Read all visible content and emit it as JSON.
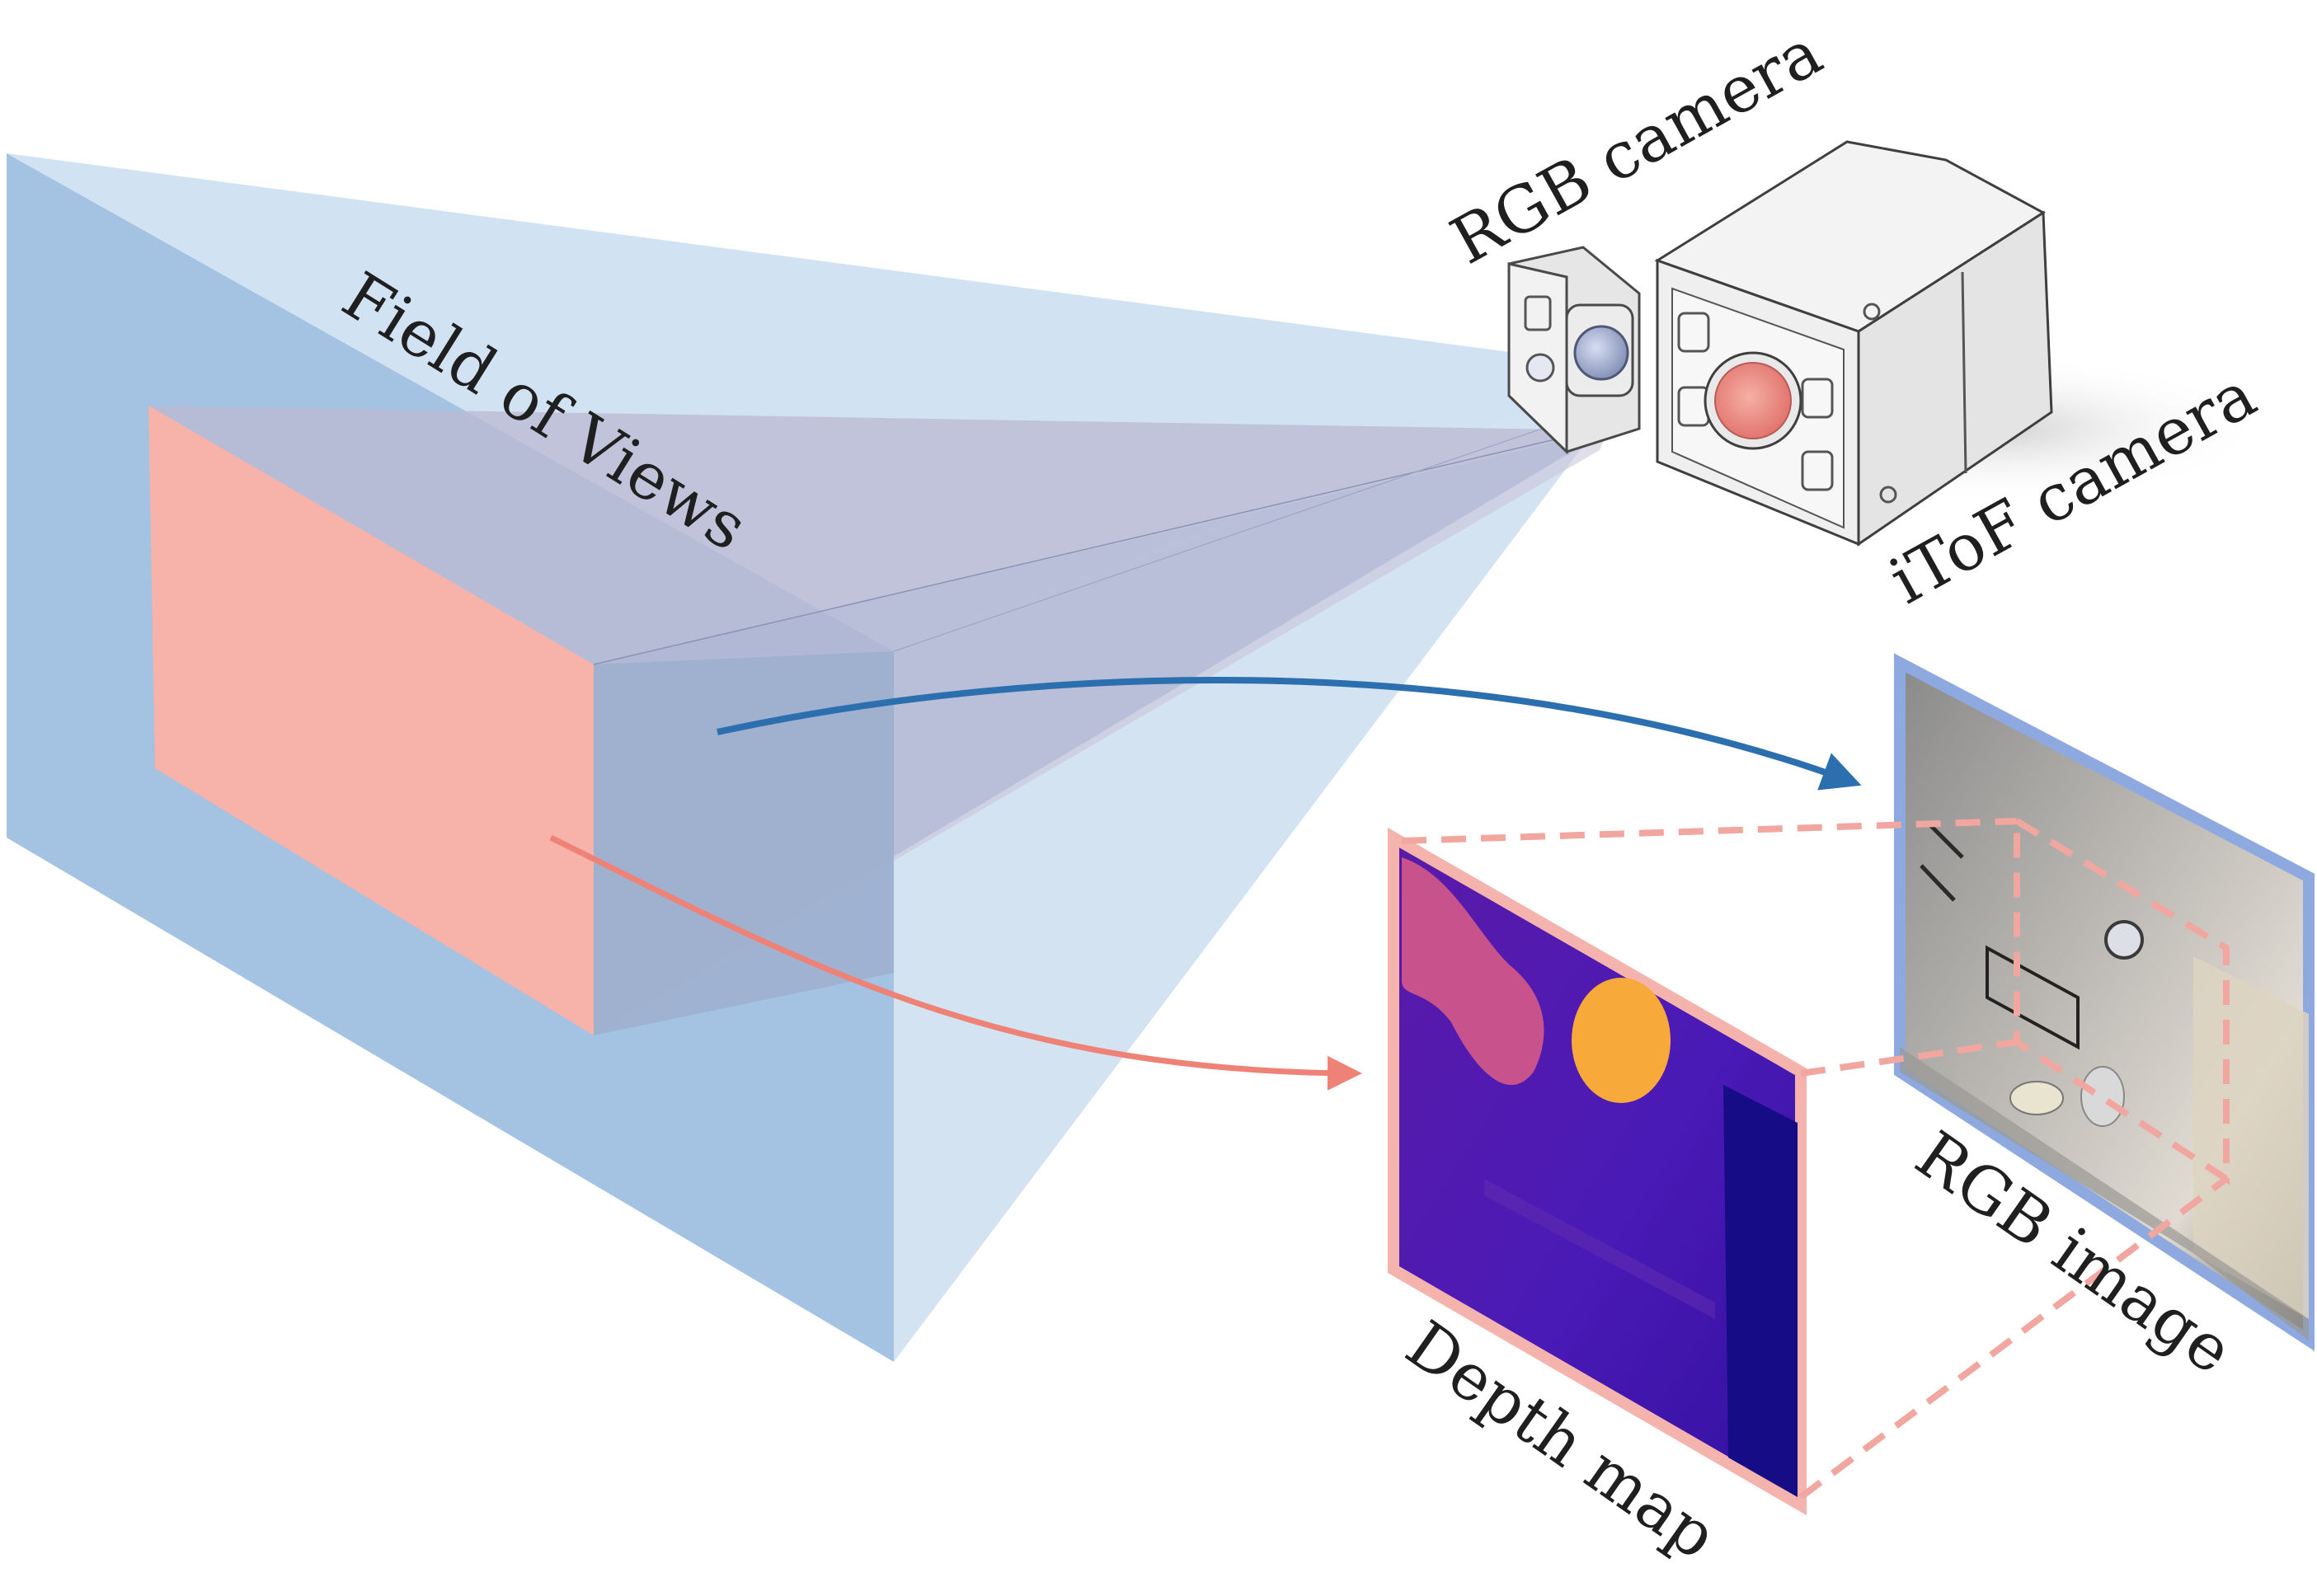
{
  "labels": {
    "fov": "Field of Views",
    "rgb_camera": "RGB camera",
    "itof_camera": "iToF camera",
    "rgb_image": "RGB image",
    "depth_map": "Depth map"
  },
  "colors": {
    "rgb_fov": "#9fbfdf",
    "rgb_fov_light": "#cfe0f1",
    "depth_fov": "#f7b2a9",
    "blue_arrow": "#2c6fae",
    "red_arrow": "#ef8276",
    "depth_frame": "#f4b3ad",
    "rgb_frame": "#8ea9df",
    "dashes": "#f1a7a0"
  },
  "icons": {
    "rgb_camera": "rgb-camera-module-icon",
    "itof_camera": "itof-camera-module-icon"
  }
}
